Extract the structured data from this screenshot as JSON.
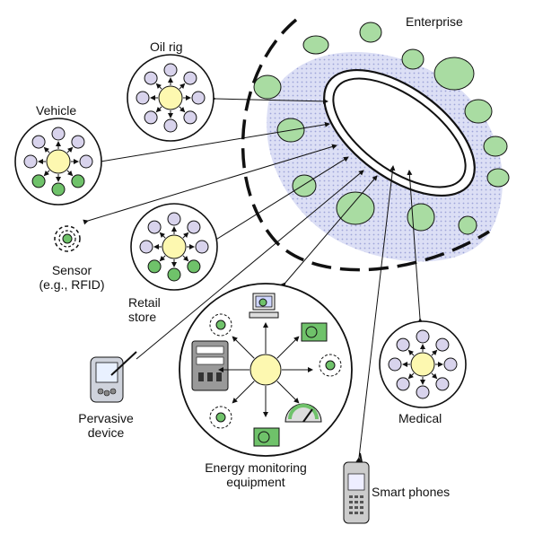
{
  "labels": {
    "enterprise": "Enterprise",
    "oil_rig": "Oil rig",
    "vehicle": "Vehicle",
    "sensor_line1": "Sensor",
    "sensor_line2": "(e.g., RFID)",
    "retail_line1": "Retail",
    "retail_line2": "store",
    "pervasive_line1": "Pervasive",
    "pervasive_line2": "device",
    "energy_line1": "Energy monitoring",
    "energy_line2": "equipment",
    "medical": "Medical",
    "smart_phones": "Smart phones"
  },
  "colors": {
    "hub_yellow": "#fdf8b0",
    "node_lavender": "#d8d3ec",
    "node_green": "#6fc26a",
    "enterprise_green": "#a9dca2",
    "enterprise_shade": "#c7cbec",
    "stroke": "#111111"
  }
}
